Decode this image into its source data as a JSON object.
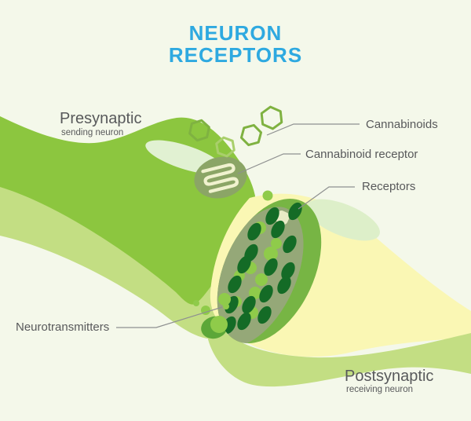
{
  "title": {
    "line1": "NEURON",
    "line2": "RECEPTORS"
  },
  "neurons": {
    "presynaptic": {
      "name": "Presynaptic",
      "subtitle": "sending neuron"
    },
    "postsynaptic": {
      "name": "Postsynaptic",
      "subtitle": "receiving neuron"
    }
  },
  "callouts": {
    "cannabinoids": "Cannabinoids",
    "cannabinoid_receptor": "Cannabinoid receptor",
    "receptors": "Receptors",
    "neurotransmitters": "Neurotransmitters"
  },
  "icons": {
    "cannabinoid_molecule_icon": "hexagon-outline",
    "cannabinoid_receptor_icon": "serpentine-coil-in-circle",
    "receptor_icon": "dark-green-oval",
    "neurotransmitter_icon": "green-circle"
  },
  "palette": {
    "background": "#F4F8EA",
    "title_blue": "#2EA9E0",
    "text_gray": "#58595B",
    "line_gray": "#8E9090",
    "green_main": "#8CC63F",
    "green_light_band": "#C3DE83",
    "green_pale_highlight": "#E1F1D2",
    "yellow_post": "#FAF7B4",
    "mint_highlight": "#DDEFC9",
    "synapse_green": "#77B544",
    "sage_overlay": "#95A878",
    "dark_dot": "#146B26",
    "light_dot": "#8FCB4A",
    "tip_green": "#5CA738",
    "receptor_circle": "#8BA566",
    "squiggle": "#F0F2CF",
    "hex_stroke": "#7FB241",
    "hex_stroke_light": "#A9CF6B",
    "cream_blob": "#E9EBC6"
  }
}
